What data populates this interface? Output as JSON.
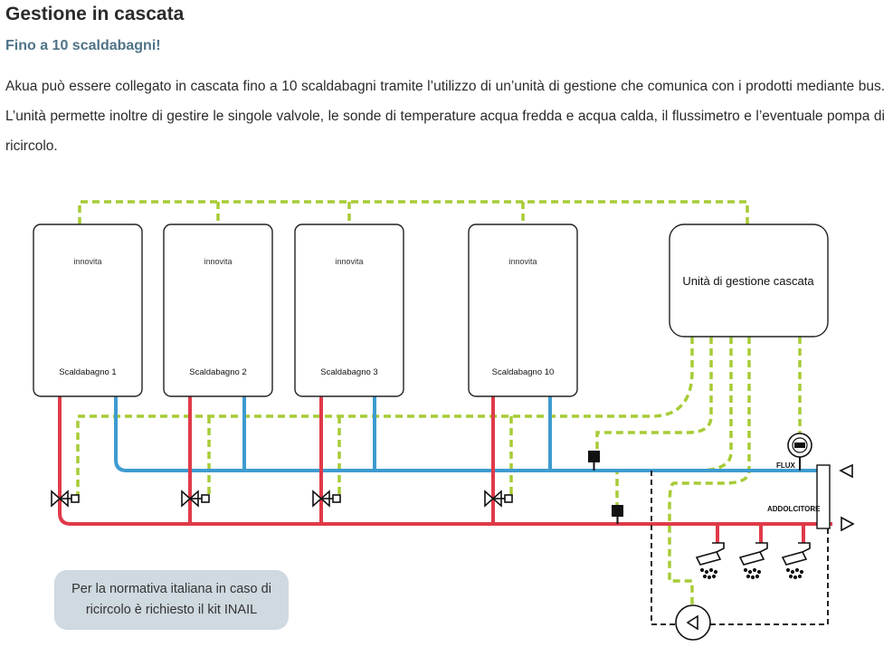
{
  "header": {
    "title": "Gestione in cascata",
    "subtitle": "Fino a 10 scaldabagni!",
    "description": "Akua può essere collegato in cascata fino a 10 scaldabagni tramite l’utilizzo di un’unità di gestione che comunica con i prodotti mediante bus. L’unità permette inoltre di gestire le singole valvole, le sonde di temperature acqua fredda e acqua calda, il flussimetro e l’eventuale pompa di ricircolo."
  },
  "diagram": {
    "heaters": [
      {
        "brand": "innovita",
        "label": "Scaldabagno 1"
      },
      {
        "brand": "innovita",
        "label": "Scaldabagno 2"
      },
      {
        "brand": "innovita",
        "label": "Scaldabagno 3"
      },
      {
        "brand": "innovita",
        "label": "Scaldabagno 10"
      }
    ],
    "control_unit": "Unità di gestione cascata",
    "flux_label": "FLUX",
    "softener_label": "ADDOLCITORE",
    "note": "Per la normativa italiana in caso di ricircolo è richiesto il kit INAIL",
    "colors": {
      "cold_pipe": "#3e9bd0",
      "hot_pipe": "#e03a49",
      "bus_line": "#a7cc36",
      "outline": "#222222",
      "note_bg": "#cfd9e0",
      "subtitle": "#4f7388"
    }
  }
}
